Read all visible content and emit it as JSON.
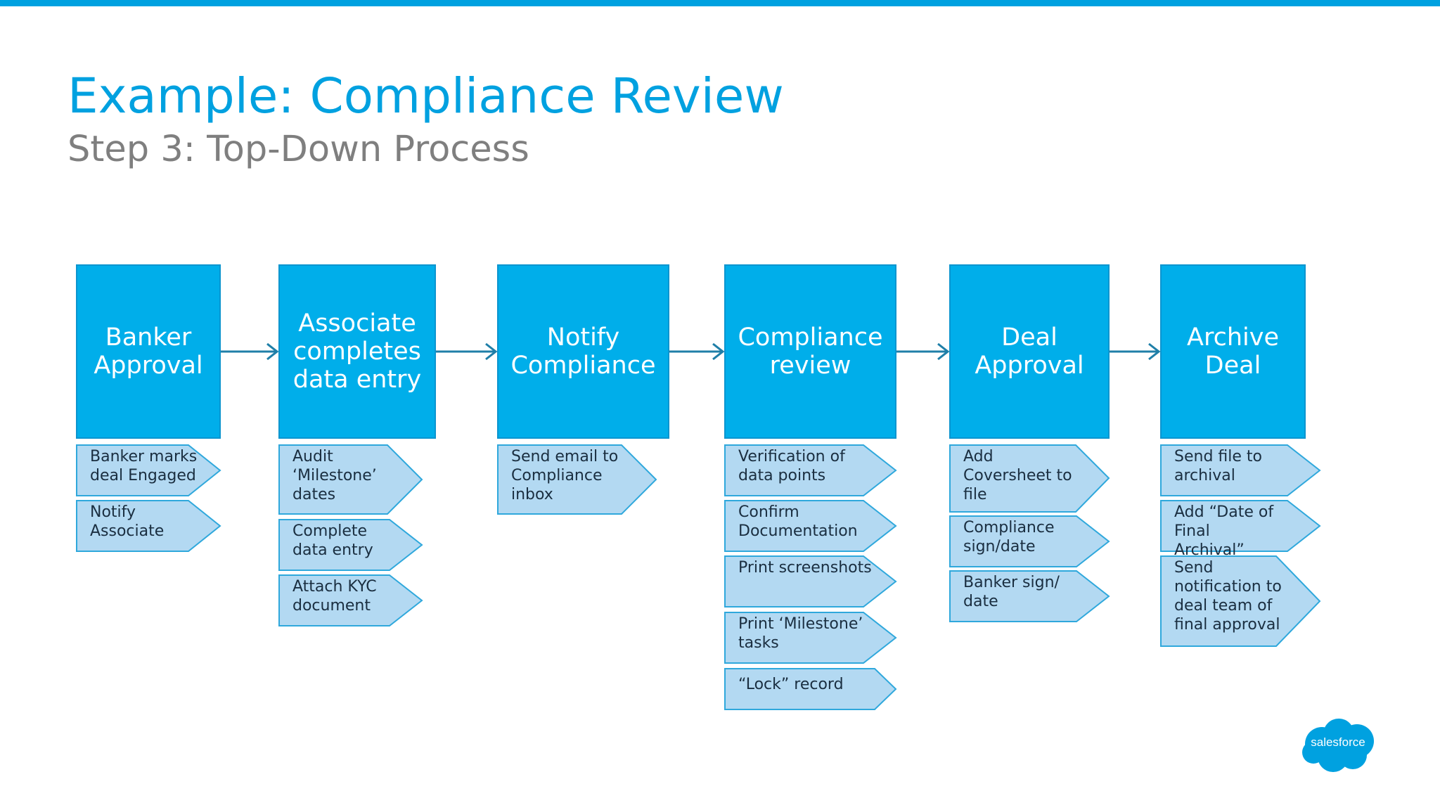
{
  "header": {
    "title": "Example:  Compliance Review",
    "subtitle": "Step 3:  Top-Down Process"
  },
  "colors": {
    "accent": "#00a1e0",
    "stage_fill": "#00aeea",
    "stage_border": "#0b95cf",
    "task_fill": "#b3d9f2",
    "task_border": "#2fa8dc",
    "connector": "#1f7fa8",
    "subtitle": "#7f7f7f"
  },
  "stages": [
    {
      "label": "Banker Approval",
      "tasks": [
        "Banker marks deal Engaged",
        "Notify Associate"
      ]
    },
    {
      "label": "Associate completes data entry",
      "tasks": [
        "Audit ‘Milestone’ dates",
        "Complete data entry",
        "Attach KYC document"
      ]
    },
    {
      "label": "Notify Compliance",
      "tasks": [
        "Send email to Compliance inbox"
      ]
    },
    {
      "label": "Compliance review",
      "tasks": [
        "Verification of data points",
        "Confirm Documentation",
        "Print screenshots",
        "Print ‘Milestone’ tasks",
        "“Lock” record"
      ]
    },
    {
      "label": "Deal Approval",
      "tasks": [
        "Add Coversheet to file",
        "Compliance sign/date",
        "Banker sign/ date"
      ]
    },
    {
      "label": "Archive Deal",
      "tasks": [
        "Send file to archival",
        "Add “Date of Final Archival”",
        "Send notification to deal team of final approval"
      ]
    }
  ],
  "logo": {
    "text": "salesforce",
    "icon": "salesforce-cloud-logo"
  }
}
